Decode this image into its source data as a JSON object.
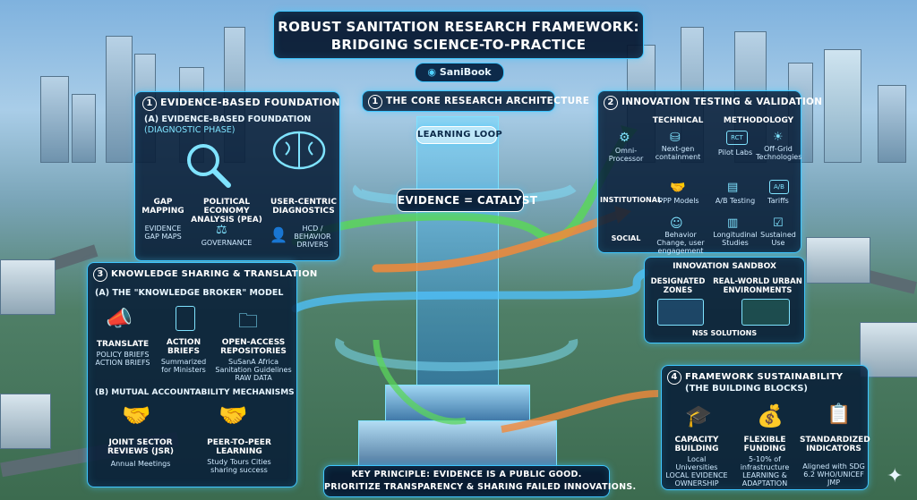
{
  "title": {
    "line1": "ROBUST SANITATION RESEARCH FRAMEWORK:",
    "line2": "BRIDGING SCIENCE-TO-PRACTICE"
  },
  "brand": {
    "name": "SaniBook"
  },
  "section1": {
    "number": "1",
    "title": "EVIDENCE-BASED FOUNDATION",
    "subtitle": "(A) EVIDENCE-BASED FOUNDATION",
    "phase": "(DIAGNOSTIC PHASE)",
    "items": [
      {
        "label": "GAP MAPPING",
        "caption": "EVIDENCE GAP MAPS",
        "icon": "magnifier-icon"
      },
      {
        "label": "POLITICAL ECONOMY ANALYSIS (PEA)",
        "caption": "GOVERNANCE",
        "icon": "brain-icon"
      },
      {
        "label": "USER-CENTRIC DIAGNOSTICS",
        "caption": "HCD / BEHAVIOR DRIVERS",
        "icon": "person-icon"
      }
    ]
  },
  "core": {
    "title": "THE CORE RESEARCH ARCHITECTURE",
    "loop": "LEARNING LOOP",
    "catalyst": "EVIDENCE = CATALYST"
  },
  "section2": {
    "number": "2",
    "title": "INNOVATION TESTING & VALIDATION",
    "col1": "TECHNICAL",
    "col2": "METHODOLOGY",
    "rows": [
      {
        "row": "",
        "items": [
          "Omni-Processor",
          "Next-gen containment",
          "Pilot Labs",
          "Off-Grid Technologies"
        ]
      },
      {
        "row": "INSTITUTIONAL",
        "items": [
          "PPP Models",
          "A/B Testing",
          "Tariffs"
        ]
      },
      {
        "row": "SOCIAL",
        "items": [
          "Behavior Change, user engagement",
          "Longitudinal Studies",
          "Sustained Use"
        ]
      }
    ],
    "rct": "RCT",
    "ab": "A/B",
    "sandbox": {
      "title": "INNOVATION SANDBOX",
      "zones": "DESIGNATED ZONES",
      "urban": "REAL-WORLD URBAN ENVIRONMENTS",
      "solutions": "NSS SOLUTIONS"
    }
  },
  "section3": {
    "number": "3",
    "title": "KNOWLEDGE SHARING & TRANSLATION",
    "broker": "(A) THE \"KNOWLEDGE BROKER\" MODEL",
    "items": [
      {
        "label": "TRANSLATE",
        "caption": "POLICY BRIEFS ACTION BRIEFS",
        "icon": "megaphone-icon"
      },
      {
        "label": "ACTION BRIEFS",
        "caption": "Summarized for Ministers",
        "icon": "document-icon"
      },
      {
        "label": "OPEN-ACCESS REPOSITORIES",
        "caption": "SuSanA Africa Sanitation Guidelines RAW DATA",
        "icon": "folder-icon"
      }
    ],
    "mutual": "(B) MUTUAL ACCOUNTABILITY MECHANISMS",
    "mechanisms": [
      {
        "label": "JOINT SECTOR REVIEWS (JSR)",
        "caption": "Annual Meetings",
        "icon": "handshake-icon"
      },
      {
        "label": "PEER-TO-PEER LEARNING",
        "caption": "Study Tours Cities sharing success",
        "icon": "handshake-icon"
      }
    ]
  },
  "section4": {
    "number": "4",
    "title": "FRAMEWORK SUSTAINABILITY",
    "subtitle": "(THE BUILDING BLOCKS)",
    "items": [
      {
        "label": "CAPACITY BUILDING",
        "caption": "Local Universities LOCAL EVIDENCE OWNERSHIP",
        "icon": "graduation-cap-icon"
      },
      {
        "label": "FLEXIBLE FUNDING",
        "caption": "5-10% of infrastructure LEARNING & ADAPTATION",
        "icon": "money-bag-icon"
      },
      {
        "label": "STANDARDIZED INDICATORS",
        "caption": "Aligned with SDG 6.2 WHO/UNICEF JMP",
        "icon": "checklist-icon"
      }
    ]
  },
  "principle": {
    "line1": "KEY PRINCIPLE: EVIDENCE IS A PUBLIC GOOD.",
    "line2": "PRIORITIZE TRANSPARENCY & SHARING FAILED INNOVATIONS."
  },
  "colors": {
    "accent": "#3fc6ff",
    "panel": "#081e38",
    "flow_green": "#5bd65b",
    "flow_orange": "#f28a3a"
  }
}
